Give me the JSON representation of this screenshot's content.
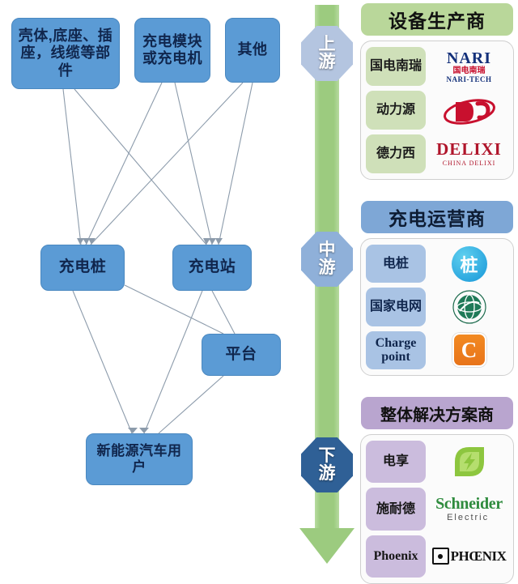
{
  "diagram": {
    "nodes": [
      {
        "id": "parts",
        "label": "壳体,底座、插座，线缆等部件"
      },
      {
        "id": "module",
        "label": "充电模块或充电机"
      },
      {
        "id": "other",
        "label": "其他"
      },
      {
        "id": "pile",
        "label": "充电桩"
      },
      {
        "id": "station",
        "label": "充电站"
      },
      {
        "id": "platform",
        "label": "平台"
      },
      {
        "id": "user",
        "label": "新能源汽车用户"
      }
    ],
    "node_color": "#5B9BD5",
    "line_color": "#8c9bab"
  },
  "arrow": {
    "color": "#9ccb7f",
    "stages": [
      {
        "id": "upstream",
        "line1": "上",
        "line2": "游",
        "color": "#b4c5e0"
      },
      {
        "id": "midstream",
        "line1": "中",
        "line2": "游",
        "color": "#8fb0d9"
      },
      {
        "id": "downstream",
        "line1": "下",
        "line2": "游",
        "color": "#2f6096"
      }
    ]
  },
  "panel": {
    "sections": [
      {
        "id": "equipment-makers",
        "banner": "设备生产商",
        "banner_color": "#b9d79a",
        "chip_color": "#cfe0b9",
        "companies": [
          {
            "name": "国电南瑞",
            "logo": "nari-logo",
            "logo_text": "NARI",
            "logo_cn": "国电南瑞",
            "logo_sub": "NARI-TECH"
          },
          {
            "name": "动力源",
            "logo": "dianyuan-logo",
            "logo_text": "D"
          },
          {
            "name": "德力西",
            "logo": "delixi-logo",
            "logo_text": "DELIXI",
            "logo_sub": "CHINA DELIXI"
          }
        ]
      },
      {
        "id": "charging-operators",
        "banner": "充电运营商",
        "banner_color": "#7ea7d6",
        "chip_color": "#a9c3e4",
        "companies": [
          {
            "name": "电桩",
            "logo": "dianzhuang-logo",
            "logo_text": "桩"
          },
          {
            "name": "国家电网",
            "logo": "state-grid-logo",
            "logo_text": ""
          },
          {
            "name": "Charge point",
            "logo": "chargepoint-logo",
            "logo_text": "C"
          }
        ]
      },
      {
        "id": "total-solution-providers",
        "banner": "整体解决方案商",
        "banner_color": "#b9a5cf",
        "chip_color": "#cbbcdd",
        "companies": [
          {
            "name": "电享",
            "logo": "dianxiang-logo",
            "logo_text": "⚡"
          },
          {
            "name": "施耐德",
            "logo": "schneider-logo",
            "logo_text": "Schneider",
            "logo_sub": "Electric"
          },
          {
            "name": "Phoenix",
            "logo": "phoenix-logo",
            "logo_text": "PHŒNIX"
          }
        ]
      }
    ]
  }
}
